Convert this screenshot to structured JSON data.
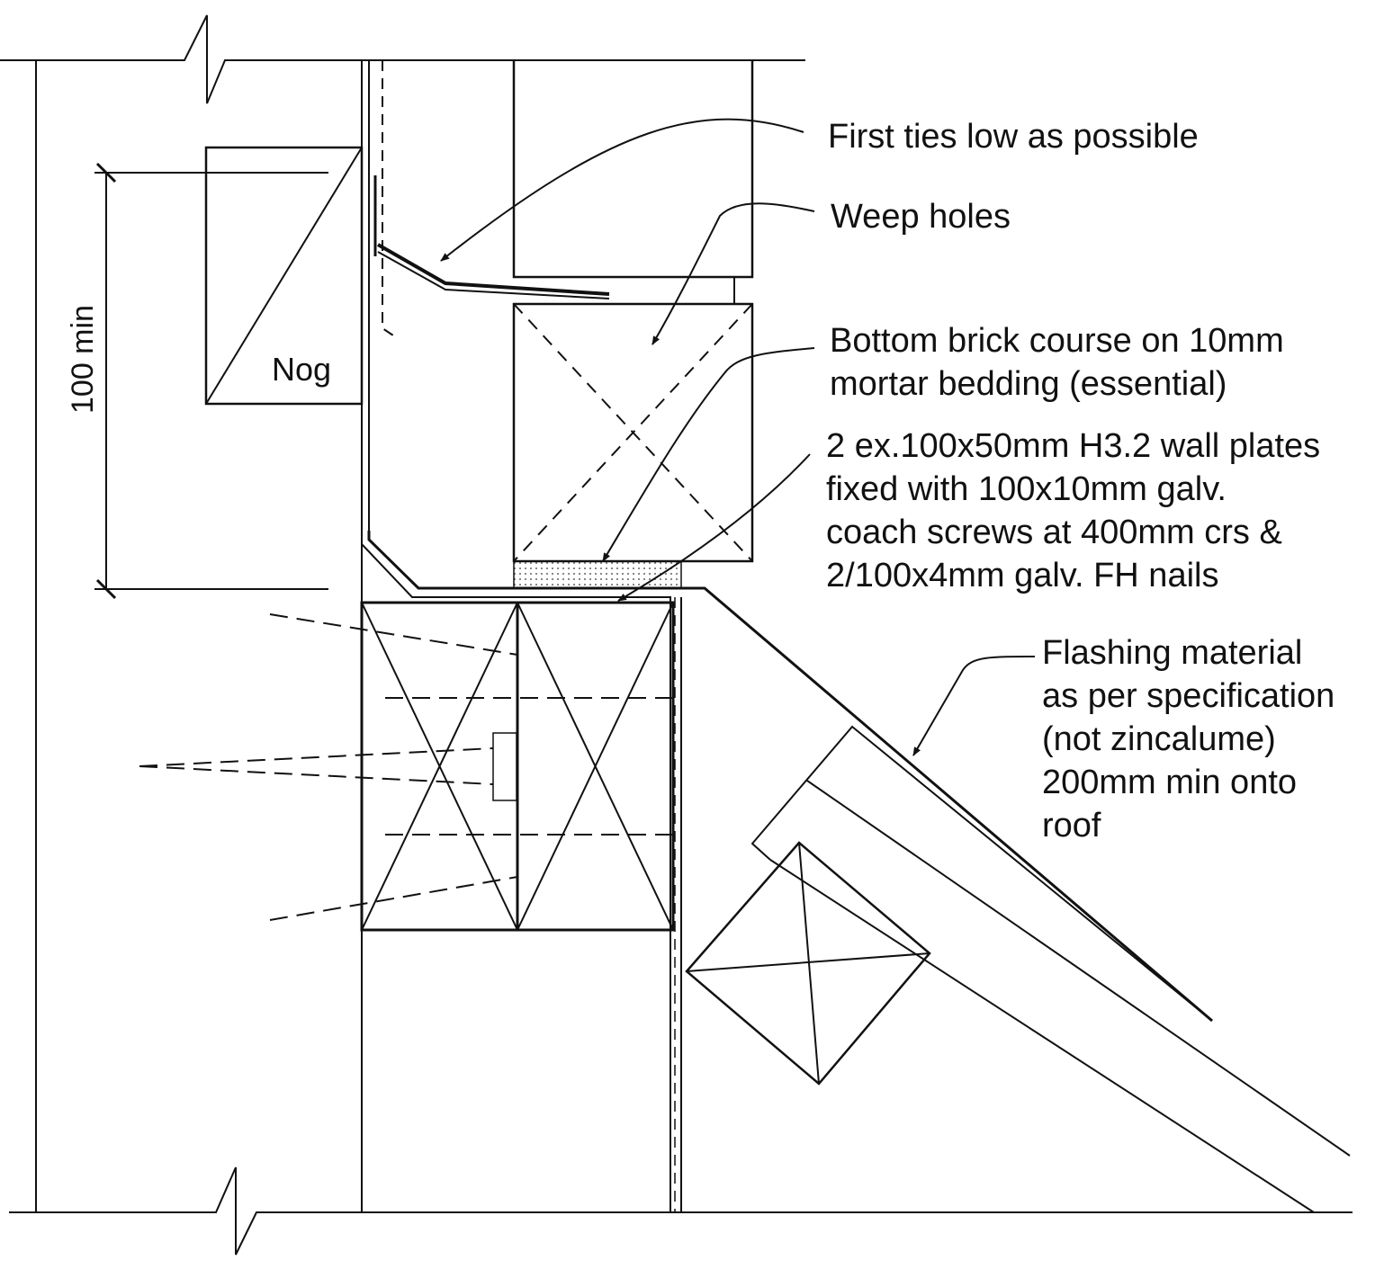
{
  "labels": {
    "first_ties": "First ties low as possible",
    "weep_holes": "Weep holes",
    "bottom_brick": [
      "Bottom brick course on 10mm",
      "mortar bedding (essential)"
    ],
    "wall_plates": [
      "2 ex.100x50mm H3.2 wall plates",
      "fixed with 100x10mm galv.",
      "coach screws at 400mm crs &",
      "2/100x4mm galv. FH nails"
    ],
    "flashing": [
      "Flashing material",
      "as per specification",
      "(not zincalume)",
      "200mm min onto",
      "roof"
    ],
    "nog": "Nog",
    "dimension": "100 min"
  }
}
